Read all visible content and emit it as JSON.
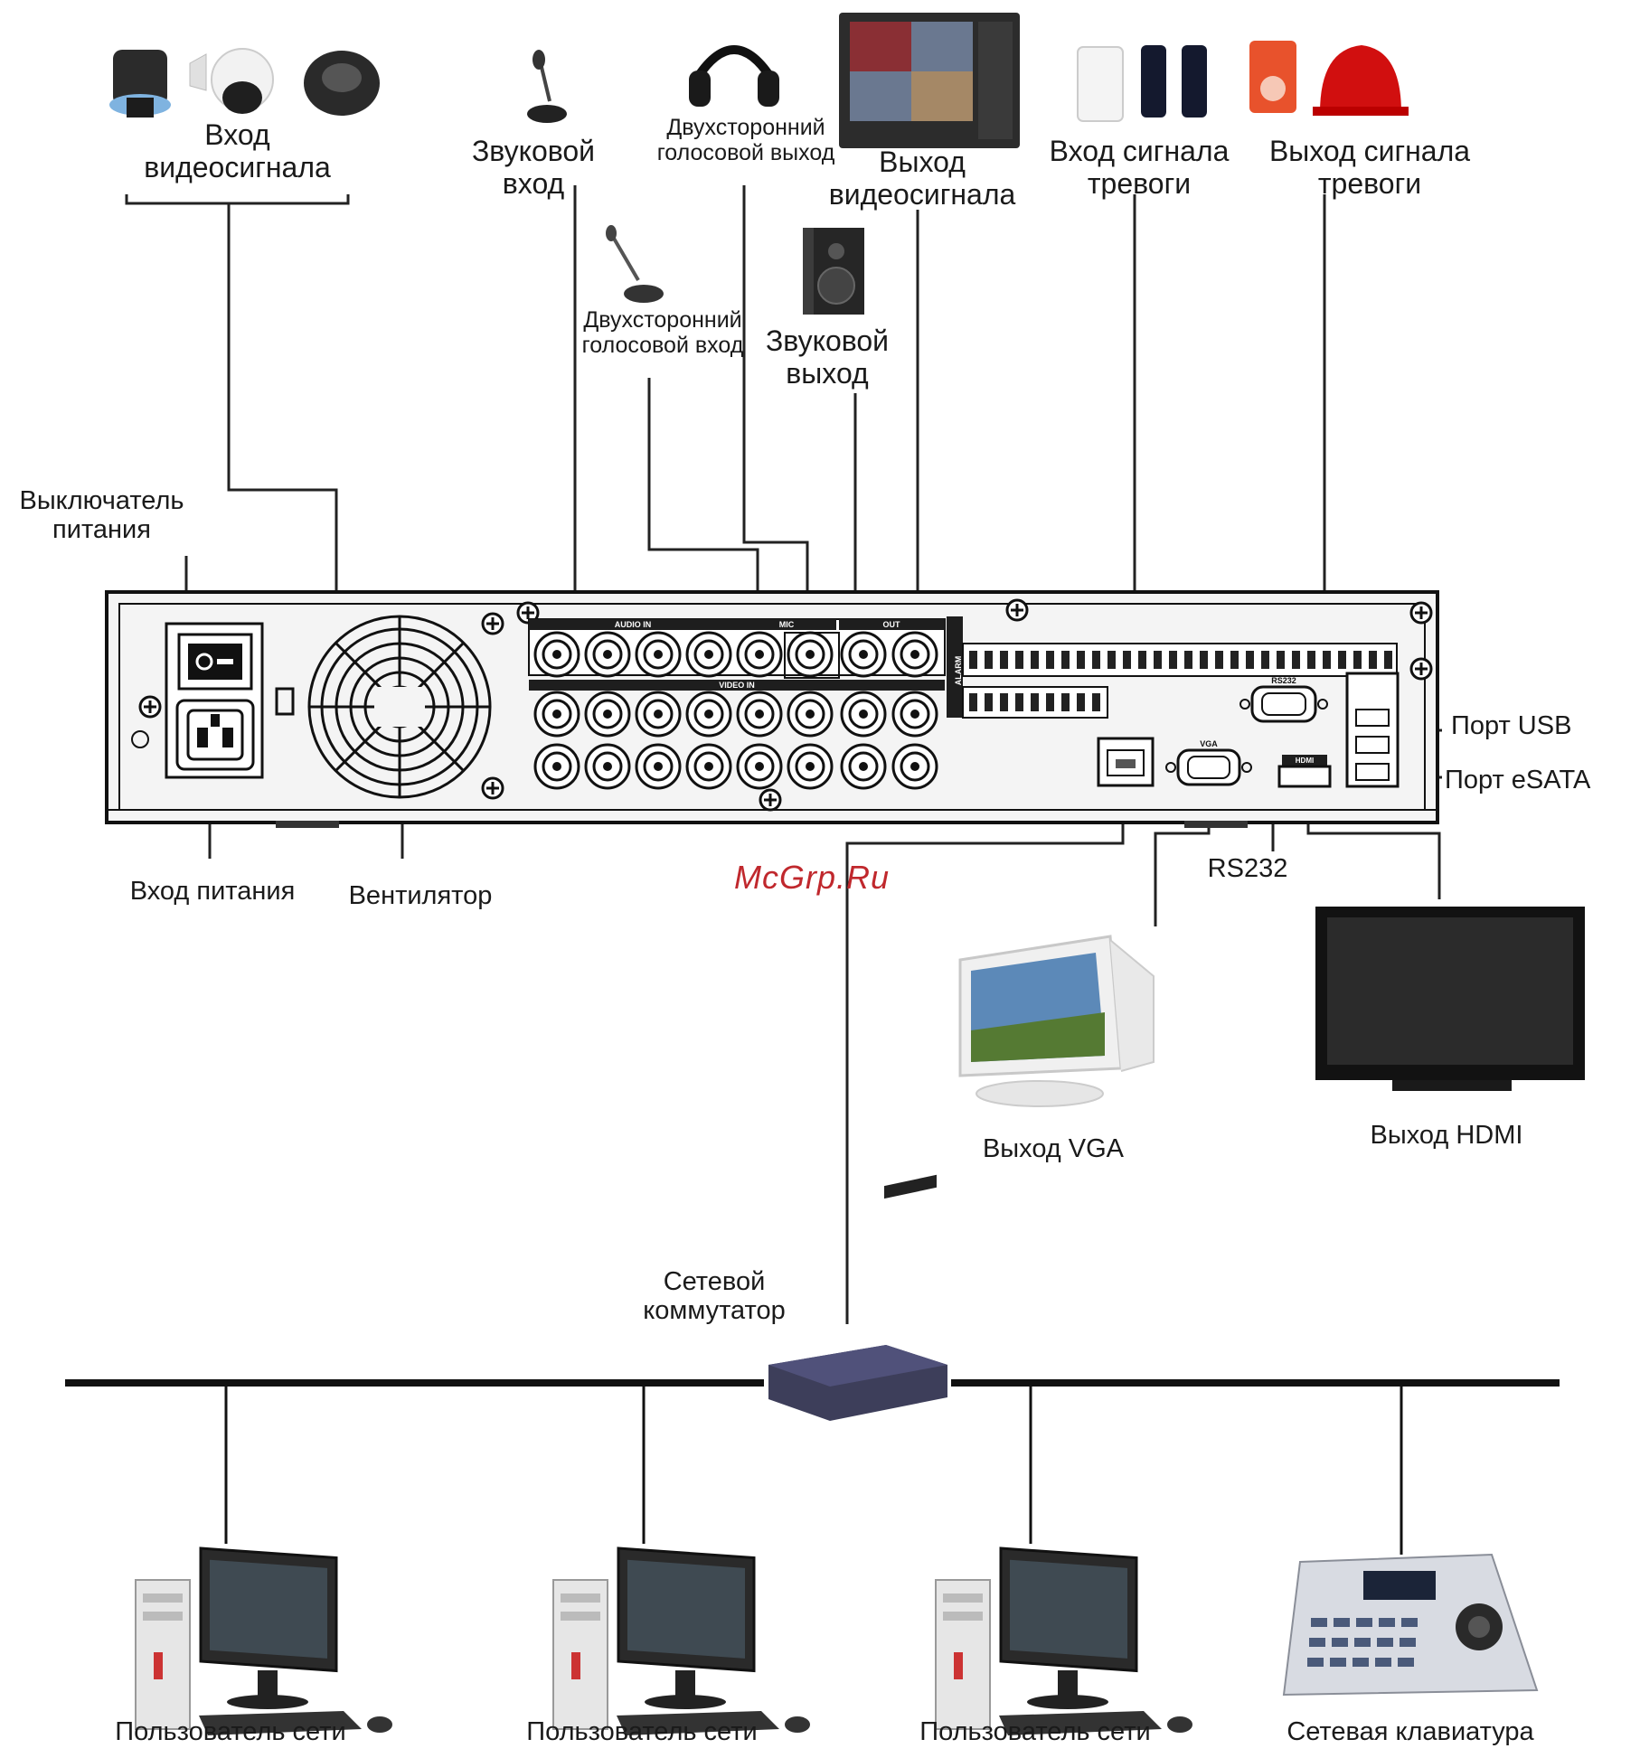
{
  "watermark": "McGrp.Ru",
  "labels": {
    "video_in": "Вход\nвидеосигнала",
    "audio_in": "Звуковой\nвход",
    "twoway_out": "Двухсторонний\nголосовой выход",
    "twoway_in": "Двухсторонний\nголосовой вход",
    "video_out": "Выход\nвидеосигнала",
    "audio_out": "Звуковой\nвыход",
    "alarm_in": "Вход сигнала\nтревоги",
    "alarm_out": "Выход сигнала\nтревоги",
    "power_switch": "Выключатель\nпитания",
    "power_in": "Вход питания",
    "fan": "Вентилятор",
    "usb": "Порт USB",
    "esata": "Порт eSATA",
    "rs232": "RS232",
    "vga_out": "Выход VGA",
    "hdmi_out": "Выход HDMI",
    "switch": "Сетевой\nкоммутатор",
    "user1": "Пользователь сети",
    "user2": "Пользователь сети",
    "user3": "Пользователь сети",
    "keyboard": "Сетевая клавиатура"
  },
  "panel_text": {
    "audio_in": "AUDIO IN",
    "mic": "MIC",
    "out": "OUT",
    "video_in": "VIDEO IN",
    "alarm": "ALARM",
    "rs232": "RS232",
    "vga": "VGA",
    "hdmi": "HDMI"
  },
  "colors": {
    "watermark": "#c0282d",
    "panel_dark": "#1e1e1e",
    "line": "#222222"
  }
}
